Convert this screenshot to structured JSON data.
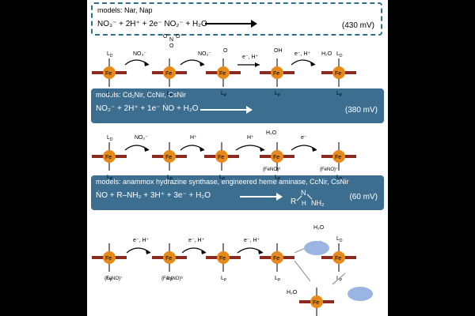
{
  "box1": {
    "models": "models: Nar, Nap",
    "equation": "NO₃⁻  +   2H⁺   +   2e⁻          NO₂⁻ +   H₂O",
    "potential": "(430 mV)"
  },
  "box2": {
    "models": "models: Cd₁Nir, CcNir, CsNir",
    "equation": "NO₂⁻ +  2H⁺  +   1e⁻           ṄO  +   H₂O",
    "potential": "(380 mV)"
  },
  "box3": {
    "models": "models: anammox hydrazine synthase, engineered heme aminase, CcNir, CsNir",
    "equation": "ṄO  +  R–NH₂  +  3H⁺  +  3e⁻                                 + H₂O",
    "potential": "(60 mV)"
  },
  "labels": {
    "fe": "Fe",
    "lD": "L",
    "lP": "L",
    "sub_D": "D",
    "sub_P": "P",
    "no3": "NO₃⁻",
    "no2": "NO₂⁻",
    "h2o": "H₂O",
    "eh": "e⁻, H⁺",
    "e": "e⁻",
    "h": "H⁺",
    "feno6": "{FeNO}⁶",
    "feno7": "{FeNO}⁷",
    "fehno8": "{FeHNO}⁸"
  },
  "colors": {
    "box_fill": "#3c6e8f",
    "dash": "#2e6f8e",
    "fe_orange": "#e8891c",
    "bar_red": "#8b2a1e",
    "highlight_blue": "#9bb5e3"
  }
}
